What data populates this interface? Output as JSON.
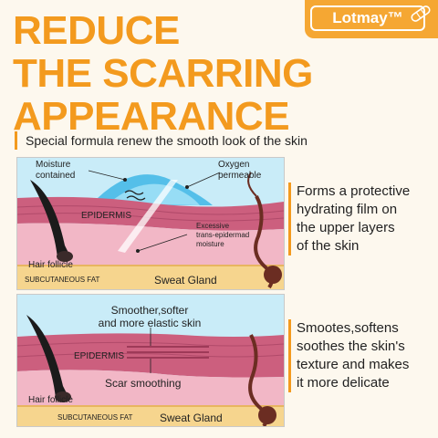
{
  "headline": {
    "lines": [
      "REDUCE",
      "THE SCARRING",
      "APPEARANCE"
    ]
  },
  "brand": {
    "name": "Lotmay™",
    "icon": "bandage-icon"
  },
  "subheadline": "Special formula renew the smooth look of the skin",
  "panel1": {
    "moisture": [
      "Moisture",
      "contained"
    ],
    "oxygen": [
      "Oxygen",
      "permeable"
    ],
    "epidermis": "EPIDERMIS",
    "excessive": [
      "Excessive",
      "trans-epidermad",
      "moisture"
    ],
    "hair_follicle": "Hair follicle",
    "subcutaneous": "SUBCUTANEOUS FAT",
    "sweat_gland": "Sweat Gland"
  },
  "panel2": {
    "smoother": [
      "Smoother,softer",
      "and more elastic skin"
    ],
    "epidermis": "EPIDERMIS",
    "scar": "Scar smoothing",
    "hair_follicle": "Hair follicle",
    "subcutaneous": "SUBCUTANEOUS FAT",
    "sweat_gland": "Sweat Gland"
  },
  "side1": [
    "Forms a protective",
    "hydrating film on",
    "the upper layers",
    "of the skin"
  ],
  "side2": [
    "Smootes,softens",
    "soothes the skin's",
    "texture and makes",
    "it more delicate"
  ],
  "colors": {
    "accent": "#f39a1e",
    "sky": "#c9ecf8",
    "epidermis": "#cc5f7e",
    "dermis": "#f2b7c6",
    "fat": "#f6d58e",
    "film": "#3fb7e6"
  }
}
